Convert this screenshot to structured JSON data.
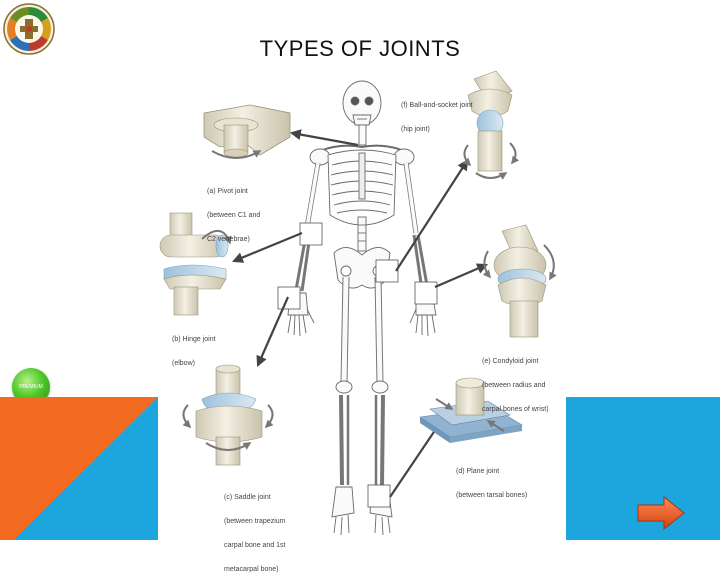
{
  "slide": {
    "title": "TYPES OF JOINTS"
  },
  "labels": {
    "ball_socket": [
      "(f) Ball-and-socket joint",
      "(hip joint)"
    ],
    "pivot": [
      "(a) Pivot joint",
      "(between C1 and",
      "C2 vertebrae)"
    ],
    "hinge": [
      "(b) Hinge joint",
      "(elbow)"
    ],
    "condyloid": [
      "(e) Condyloid joint",
      "(between radius and",
      "carpal bones of wrist)"
    ],
    "saddle": [
      "(c) Saddle joint",
      "(between trapezium",
      "carpal bone and 1st",
      "metacarpal bone)"
    ],
    "plane": [
      "(d) Plane joint",
      "(between tarsal bones)"
    ]
  },
  "green_button": {
    "text": "PREMIUM"
  },
  "colors": {
    "orange": "#f26b21",
    "blue": "#1da5dd",
    "next_arrow": "#e8521c",
    "bone": "#e8e4d4",
    "cartilage": "#b8d4e8"
  },
  "icons": {
    "logo": "university-seal-icon",
    "next": "right-arrow-icon"
  }
}
